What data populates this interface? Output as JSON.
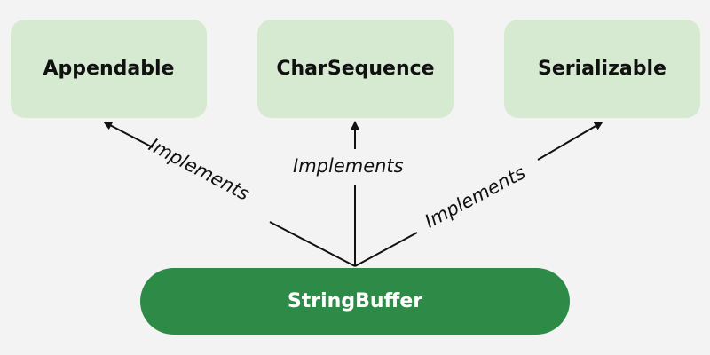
{
  "interfaces": [
    {
      "id": "appendable",
      "label": "Appendable"
    },
    {
      "id": "charsequence",
      "label": "CharSequence"
    },
    {
      "id": "serializable",
      "label": "Serializable"
    }
  ],
  "class_node": {
    "label": "StringBuffer"
  },
  "edges": [
    {
      "from": "StringBuffer",
      "to": "Appendable",
      "label": "Implements"
    },
    {
      "from": "StringBuffer",
      "to": "CharSequence",
      "label": "Implements"
    },
    {
      "from": "StringBuffer",
      "to": "Serializable",
      "label": "Implements"
    }
  ],
  "colors": {
    "background": "#f3f3f3",
    "interface_fill": "#d5ead0",
    "class_fill": "#2e8b47",
    "class_text": "#ffffff",
    "line": "#111111"
  }
}
